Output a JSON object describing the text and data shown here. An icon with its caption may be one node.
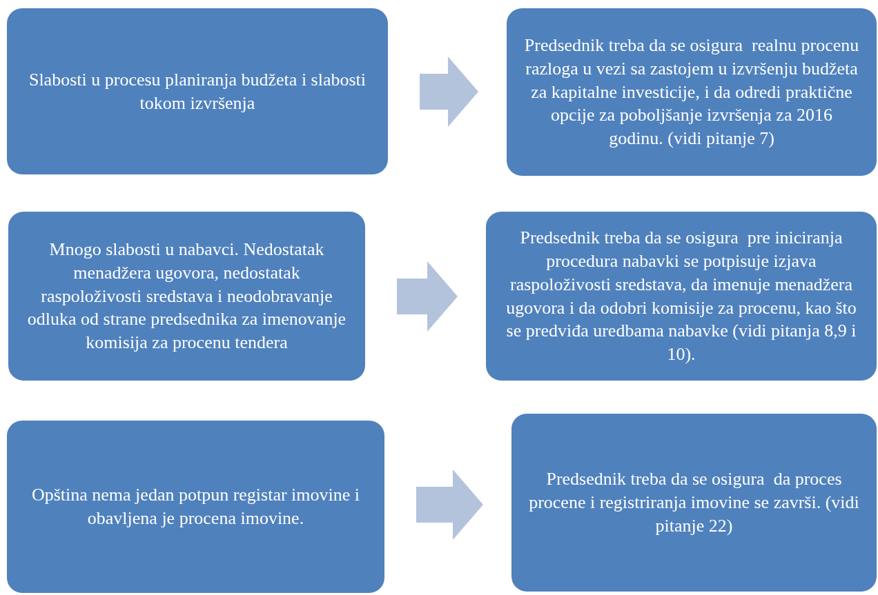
{
  "diagram": {
    "nodes": [
      {
        "text": [
          "Slabosti u procesu planiranja budžeta i slabosti tokom izvršenja"
        ]
      },
      {
        "text": [
          "Predsednik treba da se osigura  realnu procenu razloga u vezi sa zastojem u izvršenju budžeta za kapitalne investicije, i da odredi praktične opcije za poboljšanje izvršenja za 2016 godinu. (vidi pitanje 7)"
        ]
      },
      {
        "text": [
          "Mnogo slabosti u nabavci. Nedostatak menadžera ugovora, nedostatak raspoloživosti sredstava i neodobravanje odluka od strane predsednika za imenovanje komisija za procenu tendera"
        ]
      },
      {
        "text": [
          "Predsednik treba da se osigura  pre iniciranja procedura nabavki se potpisuje izjava raspoloživosti sredstava, da imenuje menadžera ugovora i da odobri komisije za procenu, kao što se predviđa uredbama nabavke (vidi pitanja 8,9 i 10)."
        ]
      },
      {
        "text": [
          "Opština nema jedan potpun registar imovine i obavljena je procena imovine."
        ]
      },
      {
        "text": [
          "Predsednik treba da se osigura  da proces procene i registriranja imovine se završi. (vidi pitanje 22)"
        ]
      }
    ],
    "edges": [
      {
        "from": 0,
        "to": 1,
        "arrow": "to"
      },
      {
        "from": 2,
        "to": 3,
        "arrow": "to"
      },
      {
        "from": 4,
        "to": 5,
        "arrow": "to"
      }
    ]
  }
}
